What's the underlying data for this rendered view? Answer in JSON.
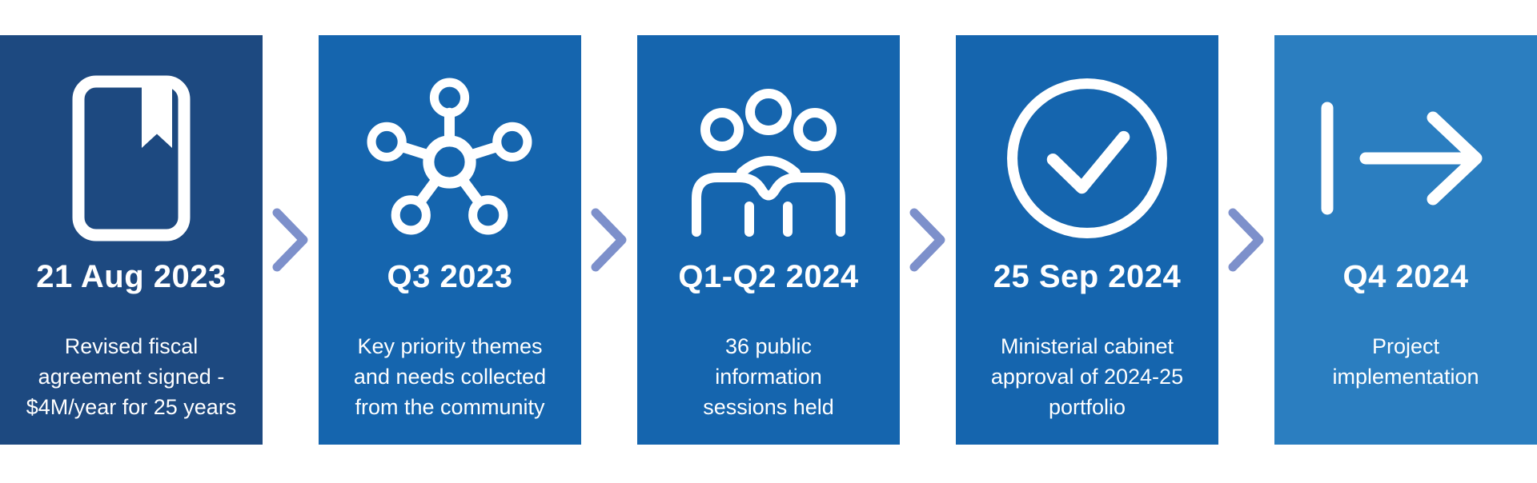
{
  "page": {
    "background": "#ffffff",
    "type": "timeline-infographic"
  },
  "colors": {
    "card_dark_blue": "#1D4980",
    "card_mid_blue": "#1565AE",
    "card_light_blue": "#2B7EC0",
    "chevron": "#7D90CB",
    "text": "#ffffff"
  },
  "timeline": {
    "separator": {
      "icon": "chevron-right-icon",
      "color": "#7D90CB"
    },
    "steps": [
      {
        "icon": "book-bookmark-icon",
        "heading": "21 Aug 2023",
        "body": "Revised fiscal\nagreement signed -\n$4M/year for 25 years",
        "bg": "#1D4980"
      },
      {
        "icon": "hub-network-icon",
        "heading": "Q3 2023",
        "body": "Key priority themes\nand needs collected\nfrom the community",
        "bg": "#1565AE"
      },
      {
        "icon": "people-group-icon",
        "heading": "Q1-Q2 2024",
        "body": "36 public\ninformation\nsessions held",
        "bg": "#1565AE"
      },
      {
        "icon": "check-circle-icon",
        "heading": "25 Sep 2024",
        "body": "Ministerial cabinet\napproval of 2024-25\nportfolio",
        "bg": "#1565AE"
      },
      {
        "icon": "arrow-right-from-bar-icon",
        "heading": "Q4 2024",
        "body": "Project\nimplementation",
        "bg": "#2B7EC0"
      }
    ]
  }
}
